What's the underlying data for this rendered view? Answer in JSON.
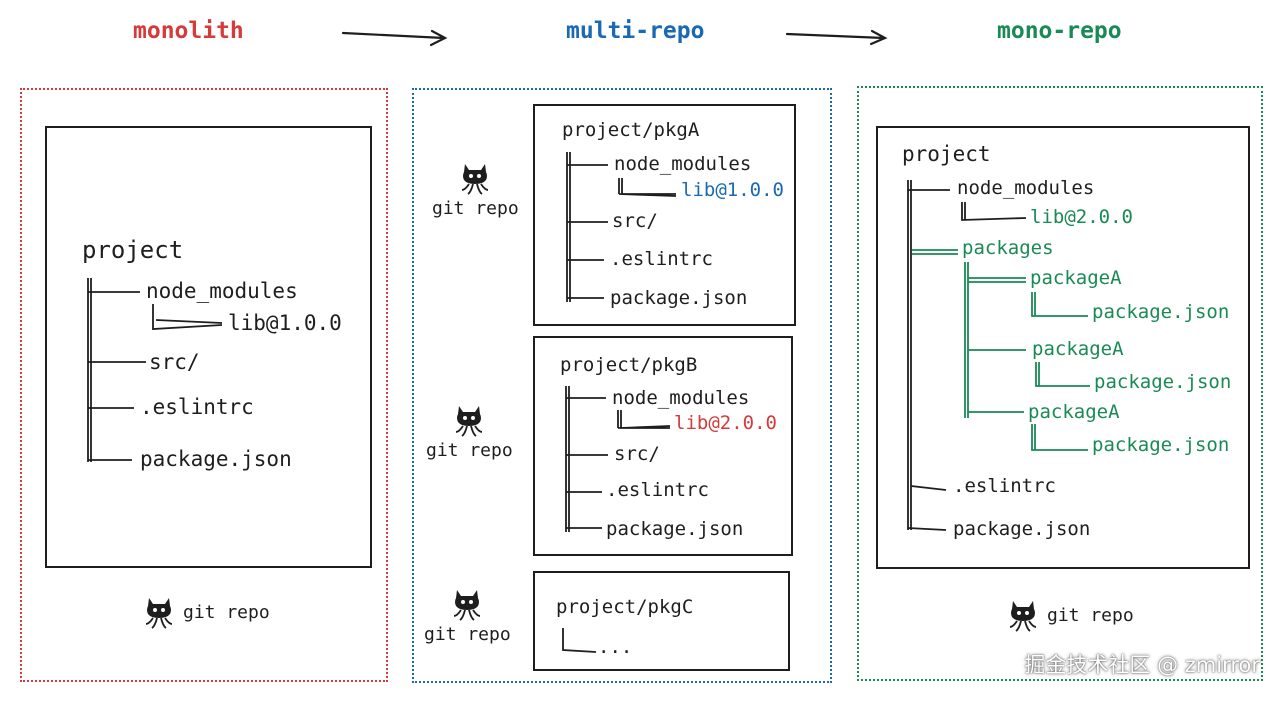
{
  "colors": {
    "red": "#d63b3b",
    "blue": "#1a69b5",
    "green": "#1a8a55",
    "ink": "#1e1e1e"
  },
  "headings": {
    "monolith": "monolith",
    "multi_repo": "multi-repo",
    "mono_repo": "mono-repo"
  },
  "git_repo_label": "git repo",
  "git_icon": "octocat-icon",
  "monolith": {
    "root": "project",
    "node_modules": "node_modules",
    "lib": "lib@1.0.0",
    "src": "src/",
    "eslintrc": ".eslintrc",
    "package_json": "package.json"
  },
  "multi_repo": {
    "pkgA": {
      "root": "project/pkgA",
      "node_modules": "node_modules",
      "lib": "lib@1.0.0",
      "src": "src/",
      "eslintrc": ".eslintrc",
      "package_json": "package.json"
    },
    "pkgB": {
      "root": "project/pkgB",
      "node_modules": "node_modules",
      "lib": "lib@2.0.0",
      "src": "src/",
      "eslintrc": ".eslintrc",
      "package_json": "package.json"
    },
    "pkgC": {
      "root": "project/pkgC",
      "ellipsis": "..."
    }
  },
  "mono_repo": {
    "root": "project",
    "node_modules": "node_modules",
    "lib": "lib@2.0.0",
    "packages": "packages",
    "package_a": "packageA",
    "package_json": "package.json",
    "eslintrc": ".eslintrc"
  },
  "watermark": "掘金技术社区 @ zmirror"
}
